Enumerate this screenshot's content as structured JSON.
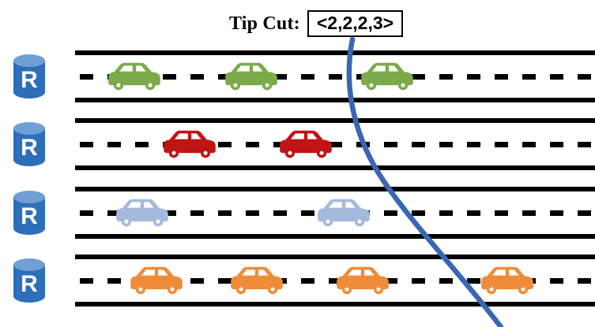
{
  "header": {
    "label": "Tip Cut:",
    "value": "<2,2,2,3>"
  },
  "cut": {
    "tuple": [
      2,
      2,
      2,
      3
    ],
    "description_values": "2,2,2,3"
  },
  "colors": {
    "curve": "#3a67b3",
    "road": "#000000",
    "db_body": "#2d6fb8",
    "db_top": "#6f9fd4",
    "db_text": "#ffffff"
  },
  "lanes": [
    {
      "name": "lane-1",
      "db_label": "R",
      "car_color": "#7aaa4a",
      "car_count": 3,
      "cars_x": [
        40,
        188,
        360
      ]
    },
    {
      "name": "lane-2",
      "db_label": "R",
      "car_color": "#c11414",
      "car_count": 2,
      "cars_x": [
        110,
        257
      ]
    },
    {
      "name": "lane-3",
      "db_label": "R",
      "car_color": "#a4badd",
      "car_count": 2,
      "cars_x": [
        50,
        305
      ]
    },
    {
      "name": "lane-4",
      "db_label": "R",
      "car_color": "#ef8c39",
      "car_count": 4,
      "cars_x": [
        68,
        195,
        329,
        512
      ]
    }
  ]
}
